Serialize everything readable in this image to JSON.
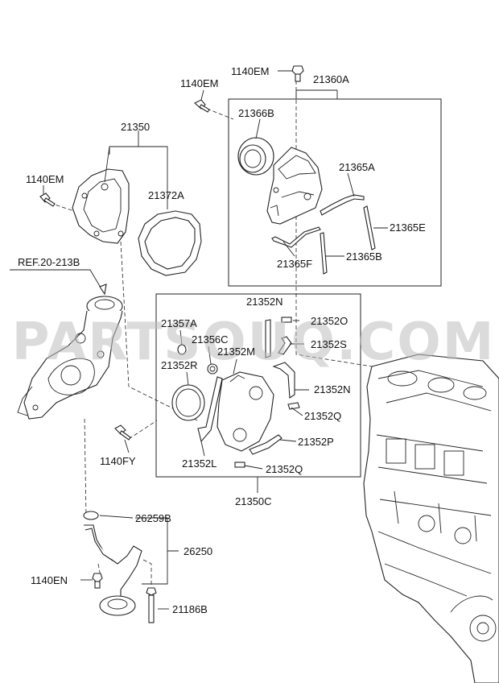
{
  "labels": {
    "p1140em_top": "1140EM",
    "p1140em_left": "1140EM",
    "p1140em_side": "1140EM",
    "p21360a": "21360A",
    "p21366b": "21366B",
    "p21365a": "21365A",
    "p21365e": "21365E",
    "p21365f": "21365F",
    "p21365b": "21365B",
    "p21350": "21350",
    "p21372a": "21372A",
    "ref": "REF.20-213B",
    "p21352n_top": "21352N",
    "p21357a": "21357A",
    "p21352o": "21352O",
    "p21356c": "21356C",
    "p21352s": "21352S",
    "p21352m": "21352M",
    "p21352r": "21352R",
    "p21352n_mid": "21352N",
    "p21352q_mid": "21352Q",
    "p21352p": "21352P",
    "p21352l": "21352L",
    "p21352q_bot": "21352Q",
    "p21350c": "21350C",
    "p1140fy": "1140FY",
    "p26259b": "26259B",
    "p26250": "26250",
    "p1140en": "1140EN",
    "p21186b": "21186B"
  },
  "watermark": "PARTSOUQ.COM"
}
